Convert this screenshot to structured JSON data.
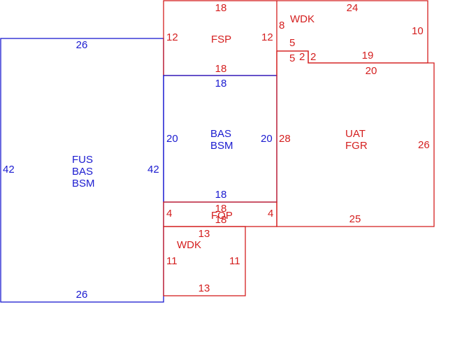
{
  "colors": {
    "blue": "#1a1ad0",
    "red": "#d41e1e",
    "background": "#ffffff"
  },
  "fus": {
    "name": [
      "FUS",
      "BAS",
      "BSM"
    ],
    "top": "26",
    "bottom": "26",
    "left": "42",
    "right": "42"
  },
  "fsp": {
    "name": "FSP",
    "top": "18",
    "bottom": "18",
    "left": "12",
    "right": "12"
  },
  "bas": {
    "name": [
      "BAS",
      "BSM"
    ],
    "top": "18",
    "bottom": "18",
    "left": "20",
    "right": "20"
  },
  "fop": {
    "name": "FOP",
    "top": "18",
    "bottom": "18",
    "left": "4",
    "right": "4"
  },
  "wdk_lower": {
    "name": "WDK",
    "top": "13",
    "bottom": "13",
    "left": "11",
    "right": "11"
  },
  "wdk_upper": {
    "name": "WDK",
    "top": "24",
    "right": "10",
    "left": "8",
    "notch_top": "5",
    "notch_side": "5",
    "step_a": "2",
    "step_b": "2",
    "bottom": "19"
  },
  "uat": {
    "name": [
      "UAT",
      "FGR"
    ],
    "top": "20",
    "bottom": "25",
    "left": "28",
    "right": "26"
  }
}
